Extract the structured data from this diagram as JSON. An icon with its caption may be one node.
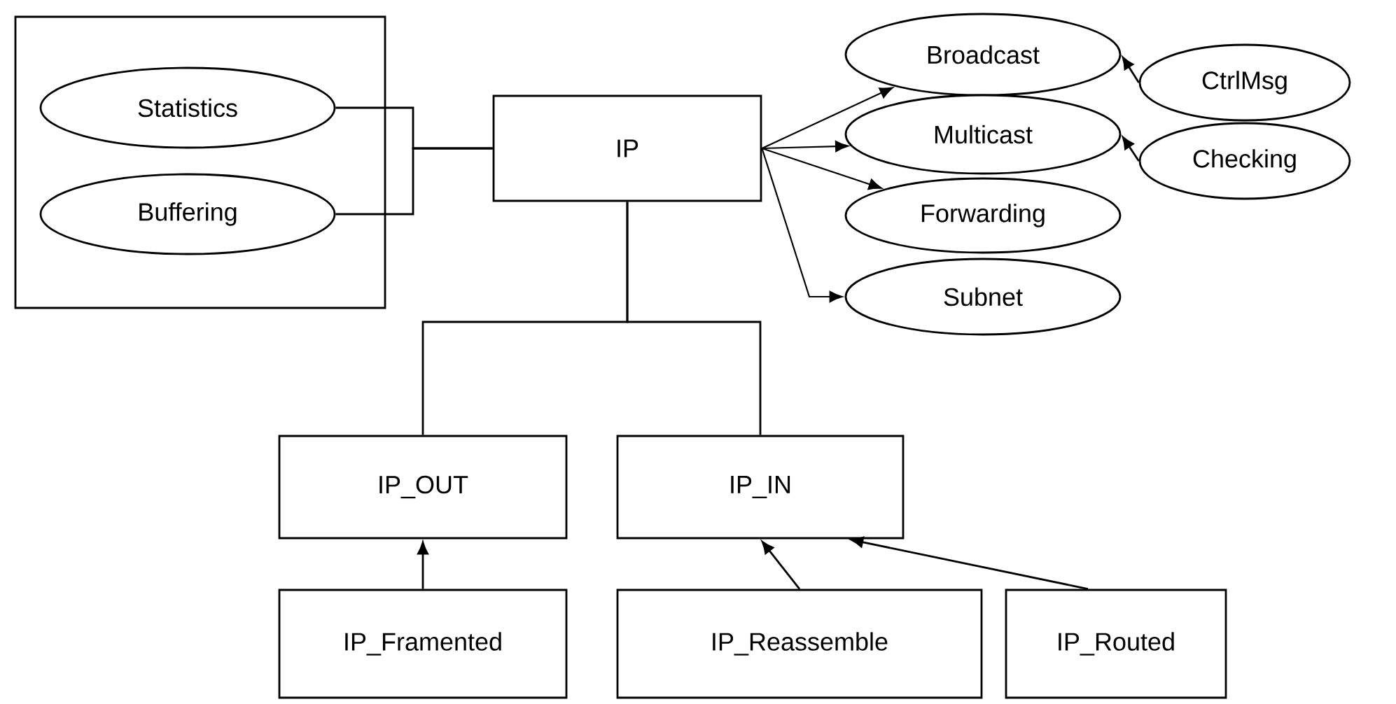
{
  "diagram": {
    "nodes": [
      {
        "text": [],
        "shape": "box"
      },
      {
        "text": [
          "Statistics"
        ],
        "in": 0
      },
      {
        "text": [
          "Buffering"
        ],
        "in": 0
      },
      {
        "text": [
          "IP"
        ]
      },
      {
        "text": [
          "Broadcast"
        ]
      },
      {
        "text": [
          "CtrlMsg"
        ]
      },
      {
        "text": [
          "Multicast"
        ]
      },
      {
        "text": [
          "Checking"
        ]
      },
      {
        "text": [
          "Forwarding"
        ]
      },
      {
        "text": [
          "Subnet"
        ]
      },
      {
        "text": [
          "IP_OUT"
        ]
      },
      {
        "text": [
          "IP_IN"
        ]
      },
      {
        "text": [
          "IP_Framented"
        ]
      },
      {
        "text": [
          "IP_Reassemble"
        ]
      },
      {
        "text": [
          "IP_Routed"
        ]
      }
    ],
    "edges": [
      {
        "from": 1,
        "to": 3,
        "arrow": "none"
      },
      {
        "from": 2,
        "to": 3,
        "arrow": "none"
      },
      {
        "from": 3,
        "to": 4,
        "arrow": "to"
      },
      {
        "from": 3,
        "to": 6,
        "arrow": "to"
      },
      {
        "from": 3,
        "to": 8,
        "arrow": "to"
      },
      {
        "from": 3,
        "to": 9,
        "arrow": "to"
      },
      {
        "from": 5,
        "to": 4,
        "arrow": "to"
      },
      {
        "from": 7,
        "to": 6,
        "arrow": "to"
      },
      {
        "from": 3,
        "to": 10,
        "arrow": "none"
      },
      {
        "from": 3,
        "to": 11,
        "arrow": "none"
      },
      {
        "from": 12,
        "to": 10,
        "arrow": "to"
      },
      {
        "from": 13,
        "to": 11,
        "arrow": "to"
      },
      {
        "from": 14,
        "to": 11,
        "arrow": "to"
      }
    ]
  }
}
